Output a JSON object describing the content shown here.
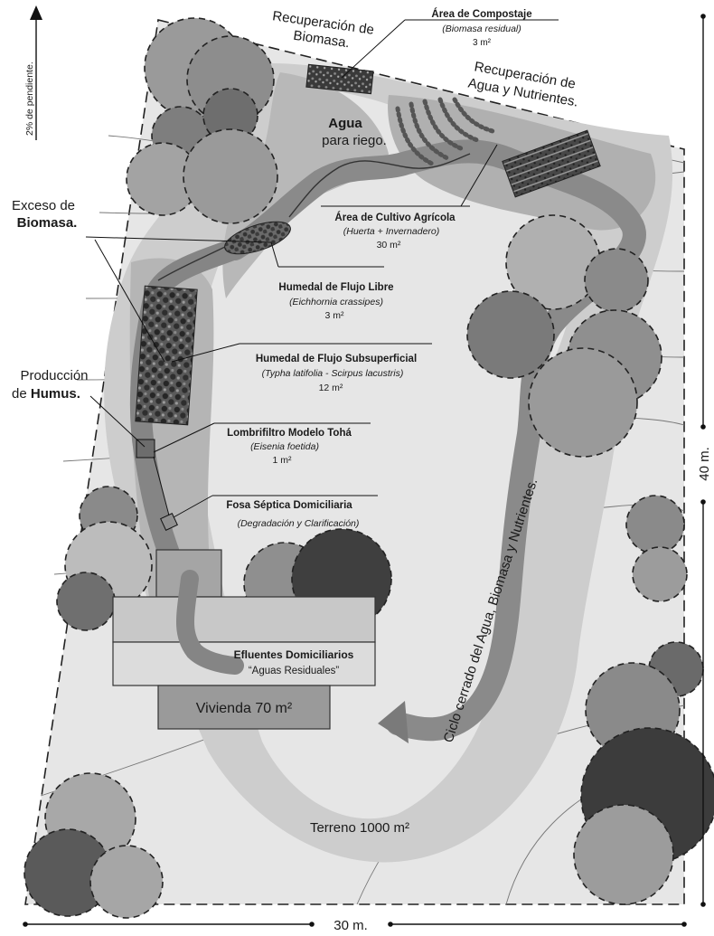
{
  "slope_label": "2% de pendiente.",
  "dim_height": "40 m.",
  "dim_width": "30 m.",
  "labels": {
    "rec_biomasa": [
      "Recuperación de",
      "Biomasa."
    ],
    "rec_agua": [
      "Recuperación de",
      "Agua y Nutrientes."
    ],
    "agua": "Agua",
    "para_riego": "para riego.",
    "exceso": "Exceso de",
    "biomasa": "Biomasa.",
    "produccion": "Producción",
    "de_humus_pre": "de ",
    "de_humus_bold": "Humus.",
    "ciclo": "Ciclo  cerrado  del Agua, Biomasa y Nutrientes.",
    "terreno": "Terreno 1000 m²",
    "vivienda": "Vivienda 70 m²",
    "efluentes": "Efluentes Domiciliarios",
    "aguas_residuales": "“Aguas Residuales”"
  },
  "components": [
    {
      "id": "compostaje",
      "title": "Área de Compostaje",
      "subtitle": "(Biomasa residual)",
      "area": "3 m²"
    },
    {
      "id": "cultivo",
      "title": "Área de Cultivo Agrícola",
      "subtitle": "(Huerta + Invernadero)",
      "area": "30 m²"
    },
    {
      "id": "flujo-libre",
      "title": "Humedal de Flujo Libre",
      "subtitle": "(Eichhornia crassipes)",
      "area": "3 m²"
    },
    {
      "id": "subsuperficial",
      "title": "Humedal de Flujo Subsuperficial",
      "subtitle": "(Typha latifolia - Scirpus lacustris)",
      "area": "12 m²"
    },
    {
      "id": "lombrifiltro",
      "title": "Lombrifiltro Modelo Tohá",
      "subtitle": "(Eisenia  foetida)",
      "area": "1 m²"
    },
    {
      "id": "fosa",
      "title": "Fosa Séptica Domiciliaria",
      "subtitle": "(Degradación y Clarificación)",
      "area": ""
    }
  ],
  "colors": {
    "terrain": "#e6e6e6",
    "zone_light": "#c4c4c4",
    "zone_mid": "#a9a9a9",
    "channel": "#858585",
    "tree_light": "#a8a8a8",
    "tree_dark": "#4a4a4a"
  }
}
